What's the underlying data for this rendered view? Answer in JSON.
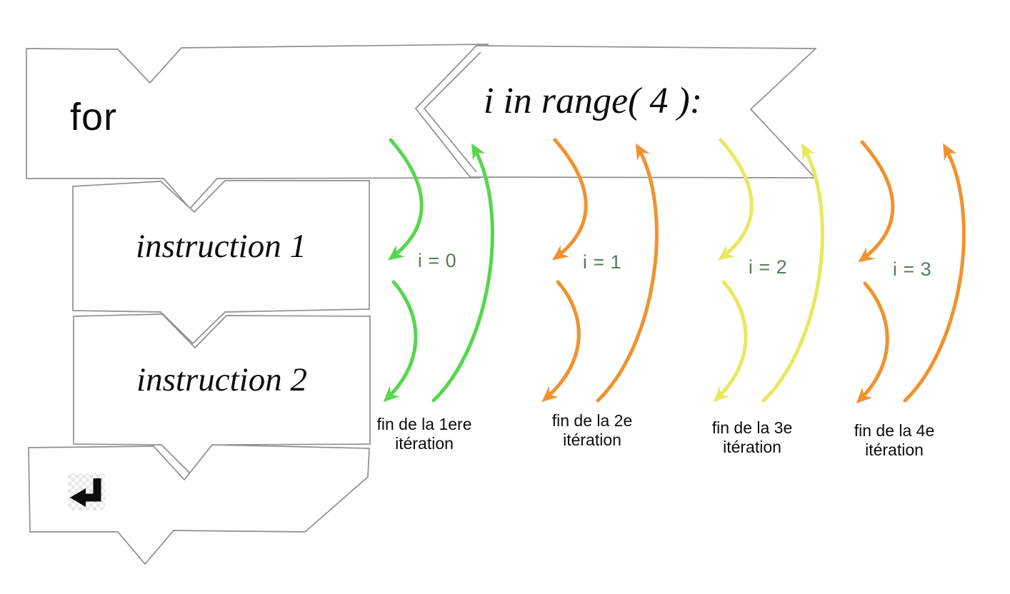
{
  "diagram": {
    "title_hint": "for loop iterations diagram",
    "for_block": {
      "keyword": "for",
      "expression": "i in range( 4 ):"
    },
    "body_blocks": [
      {
        "label": "instruction 1"
      },
      {
        "label": "instruction 2"
      }
    ],
    "end_block": {
      "icon": "return-arrow-icon",
      "icon_glyph": "↵"
    },
    "iterations": [
      {
        "var_label": "i = 0",
        "end_label_line1": "fin de la 1ere",
        "end_label_line2": "itération",
        "arrow_color": "#57d54e"
      },
      {
        "var_label": "i = 1",
        "end_label_line1": "fin de la 2e",
        "end_label_line2": "itération",
        "arrow_color": "#f0922d"
      },
      {
        "var_label": "i = 2",
        "end_label_line1": "fin de la 3e",
        "end_label_line2": "itération",
        "arrow_color": "#e9e75f"
      },
      {
        "var_label": "i = 3",
        "end_label_line1": "fin de la 4e",
        "end_label_line2": "itération",
        "arrow_color": "#f0922d"
      }
    ],
    "colors": {
      "outline": "#8f8f8f",
      "arrow_green": "#57d54e",
      "arrow_orange": "#f0922d",
      "arrow_yellow": "#e9e75f",
      "iteration_label_green": "#567e57",
      "text_black": "#0d0d0d"
    }
  }
}
